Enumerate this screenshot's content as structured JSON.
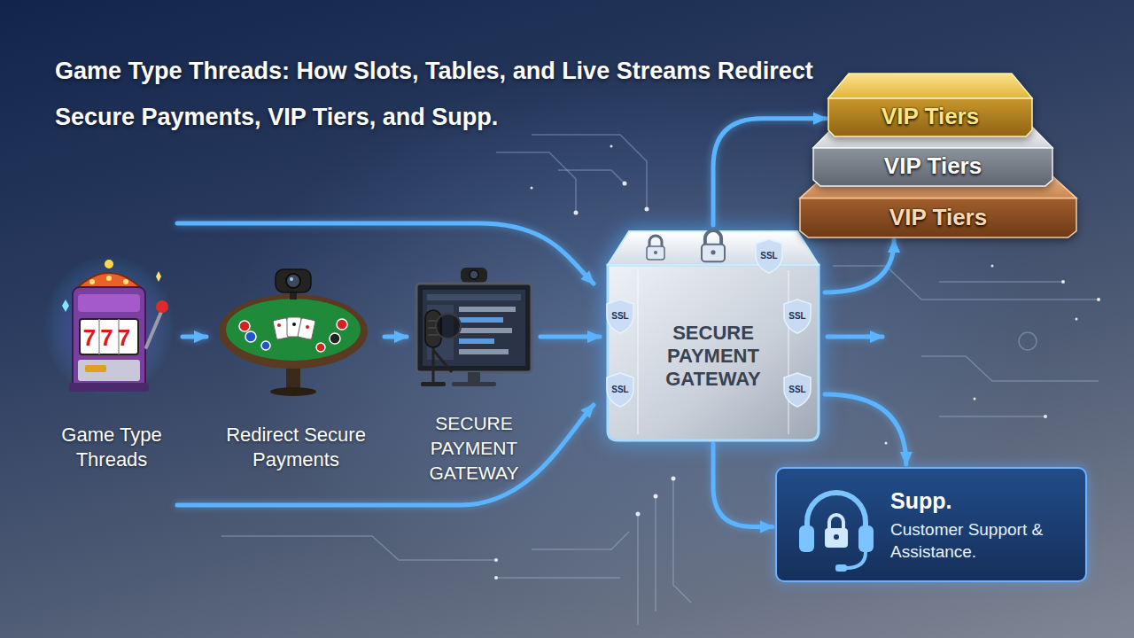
{
  "diagram": {
    "title": "Game Type Threads: How Slots, Tables, and Live Streams Redirect Secure Payments, VIP Tiers, and Supp.",
    "nodes": [
      {
        "text": [
          "Game Type Threads"
        ]
      },
      {
        "text": [
          "Redirect Secure Payments"
        ]
      },
      {
        "text": [
          "SECURE PAYMENT GATEWAY"
        ]
      },
      {
        "text": [
          "SECURE PAYMENT GATEWAY"
        ]
      },
      {
        "text": [
          "VIP Tiers"
        ]
      },
      {
        "text": [
          "VIP Tiers"
        ]
      },
      {
        "text": [
          "VIP Tiers"
        ]
      },
      {
        "text": [
          "Supp.",
          "Customer Support & Assistance."
        ]
      }
    ],
    "edges": [
      {
        "from": 0,
        "to": 1,
        "arrow": "to"
      },
      {
        "from": 1,
        "to": 2,
        "arrow": "to"
      },
      {
        "from": 2,
        "to": 3,
        "arrow": "to"
      },
      {
        "from": 3,
        "to": 4,
        "arrow": "to"
      },
      {
        "from": 3,
        "to": 6,
        "arrow": "to"
      },
      {
        "from": 3,
        "to": 7,
        "arrow": "to"
      },
      {
        "from": 3,
        "to": 7,
        "arrow": "to"
      }
    ],
    "labels": [
      "777",
      "SSL",
      "SSL",
      "SSL",
      "SSL",
      "SSL"
    ]
  }
}
